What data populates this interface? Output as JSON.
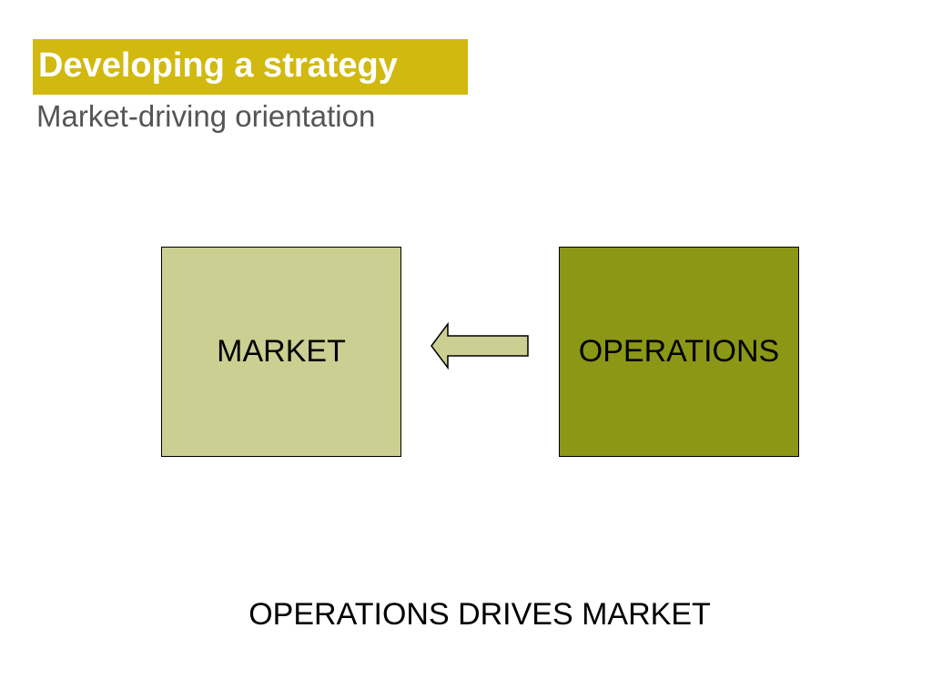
{
  "slide": {
    "title": "Developing a strategy",
    "subtitle": "Market-driving orientation",
    "caption": "OPERATIONS DRIVES MARKET"
  },
  "diagram": {
    "left_box": {
      "label": "MARKET",
      "color": "#cbcf91"
    },
    "right_box": {
      "label": "OPERATIONS",
      "color": "#8c9716"
    },
    "arrow": {
      "direction": "left",
      "from": "OPERATIONS",
      "to": "MARKET",
      "color": "#cbcf91"
    }
  },
  "colors": {
    "title_bar": "#d1b90f",
    "title_text": "#ffffff",
    "subtitle_text": "#555555"
  }
}
